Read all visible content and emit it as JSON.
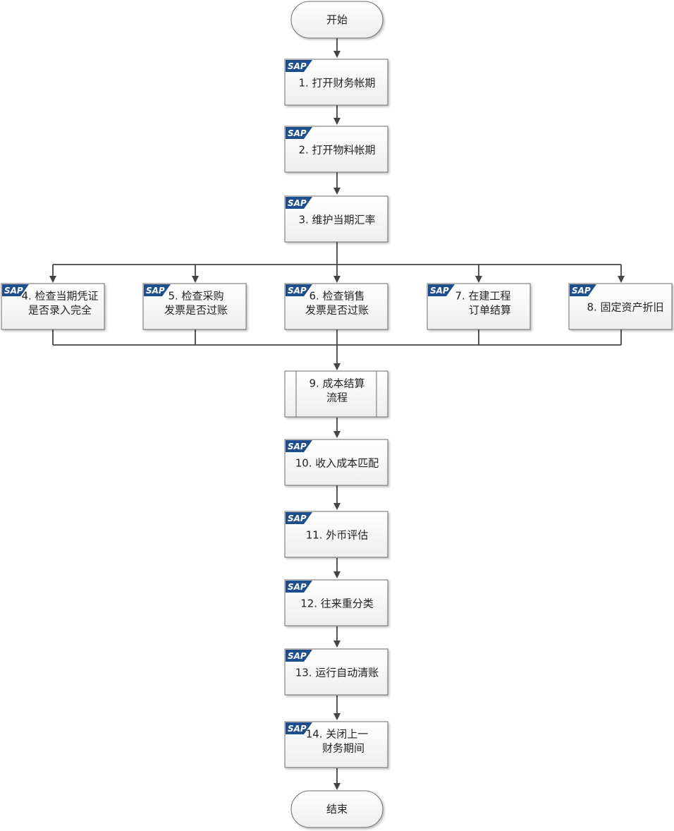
{
  "diagram": {
    "start": "开始",
    "end": "结束",
    "sap_badge": "SAP",
    "steps": {
      "s1": [
        "1. 打开财务帐期"
      ],
      "s2": [
        "2. 打开物料帐期"
      ],
      "s3": [
        "3. 维护当期汇率"
      ],
      "s4": [
        "4. 检查当期凭证",
        "是否录入完全"
      ],
      "s5": [
        "5. 检查采购",
        "发票是否过账"
      ],
      "s6": [
        "6. 检查销售",
        "发票是否过账"
      ],
      "s7": [
        "7. 在建工程",
        "订单结算"
      ],
      "s8": [
        "8. 固定资产折旧"
      ],
      "s9": [
        "9. 成本结算",
        "流程"
      ],
      "s10": [
        "10. 收入成本匹配"
      ],
      "s11": [
        "11. 外币评估"
      ],
      "s12": [
        "12. 往来重分类"
      ],
      "s13": [
        "13. 运行自动清账"
      ],
      "s14": [
        "14. 关闭上一",
        "财务期间"
      ]
    },
    "colors": {
      "box_fill": "#f7f7f7",
      "box_stroke": "#6e6e6e",
      "line": "#444444",
      "sap_blue": "#1f4e8c"
    }
  }
}
